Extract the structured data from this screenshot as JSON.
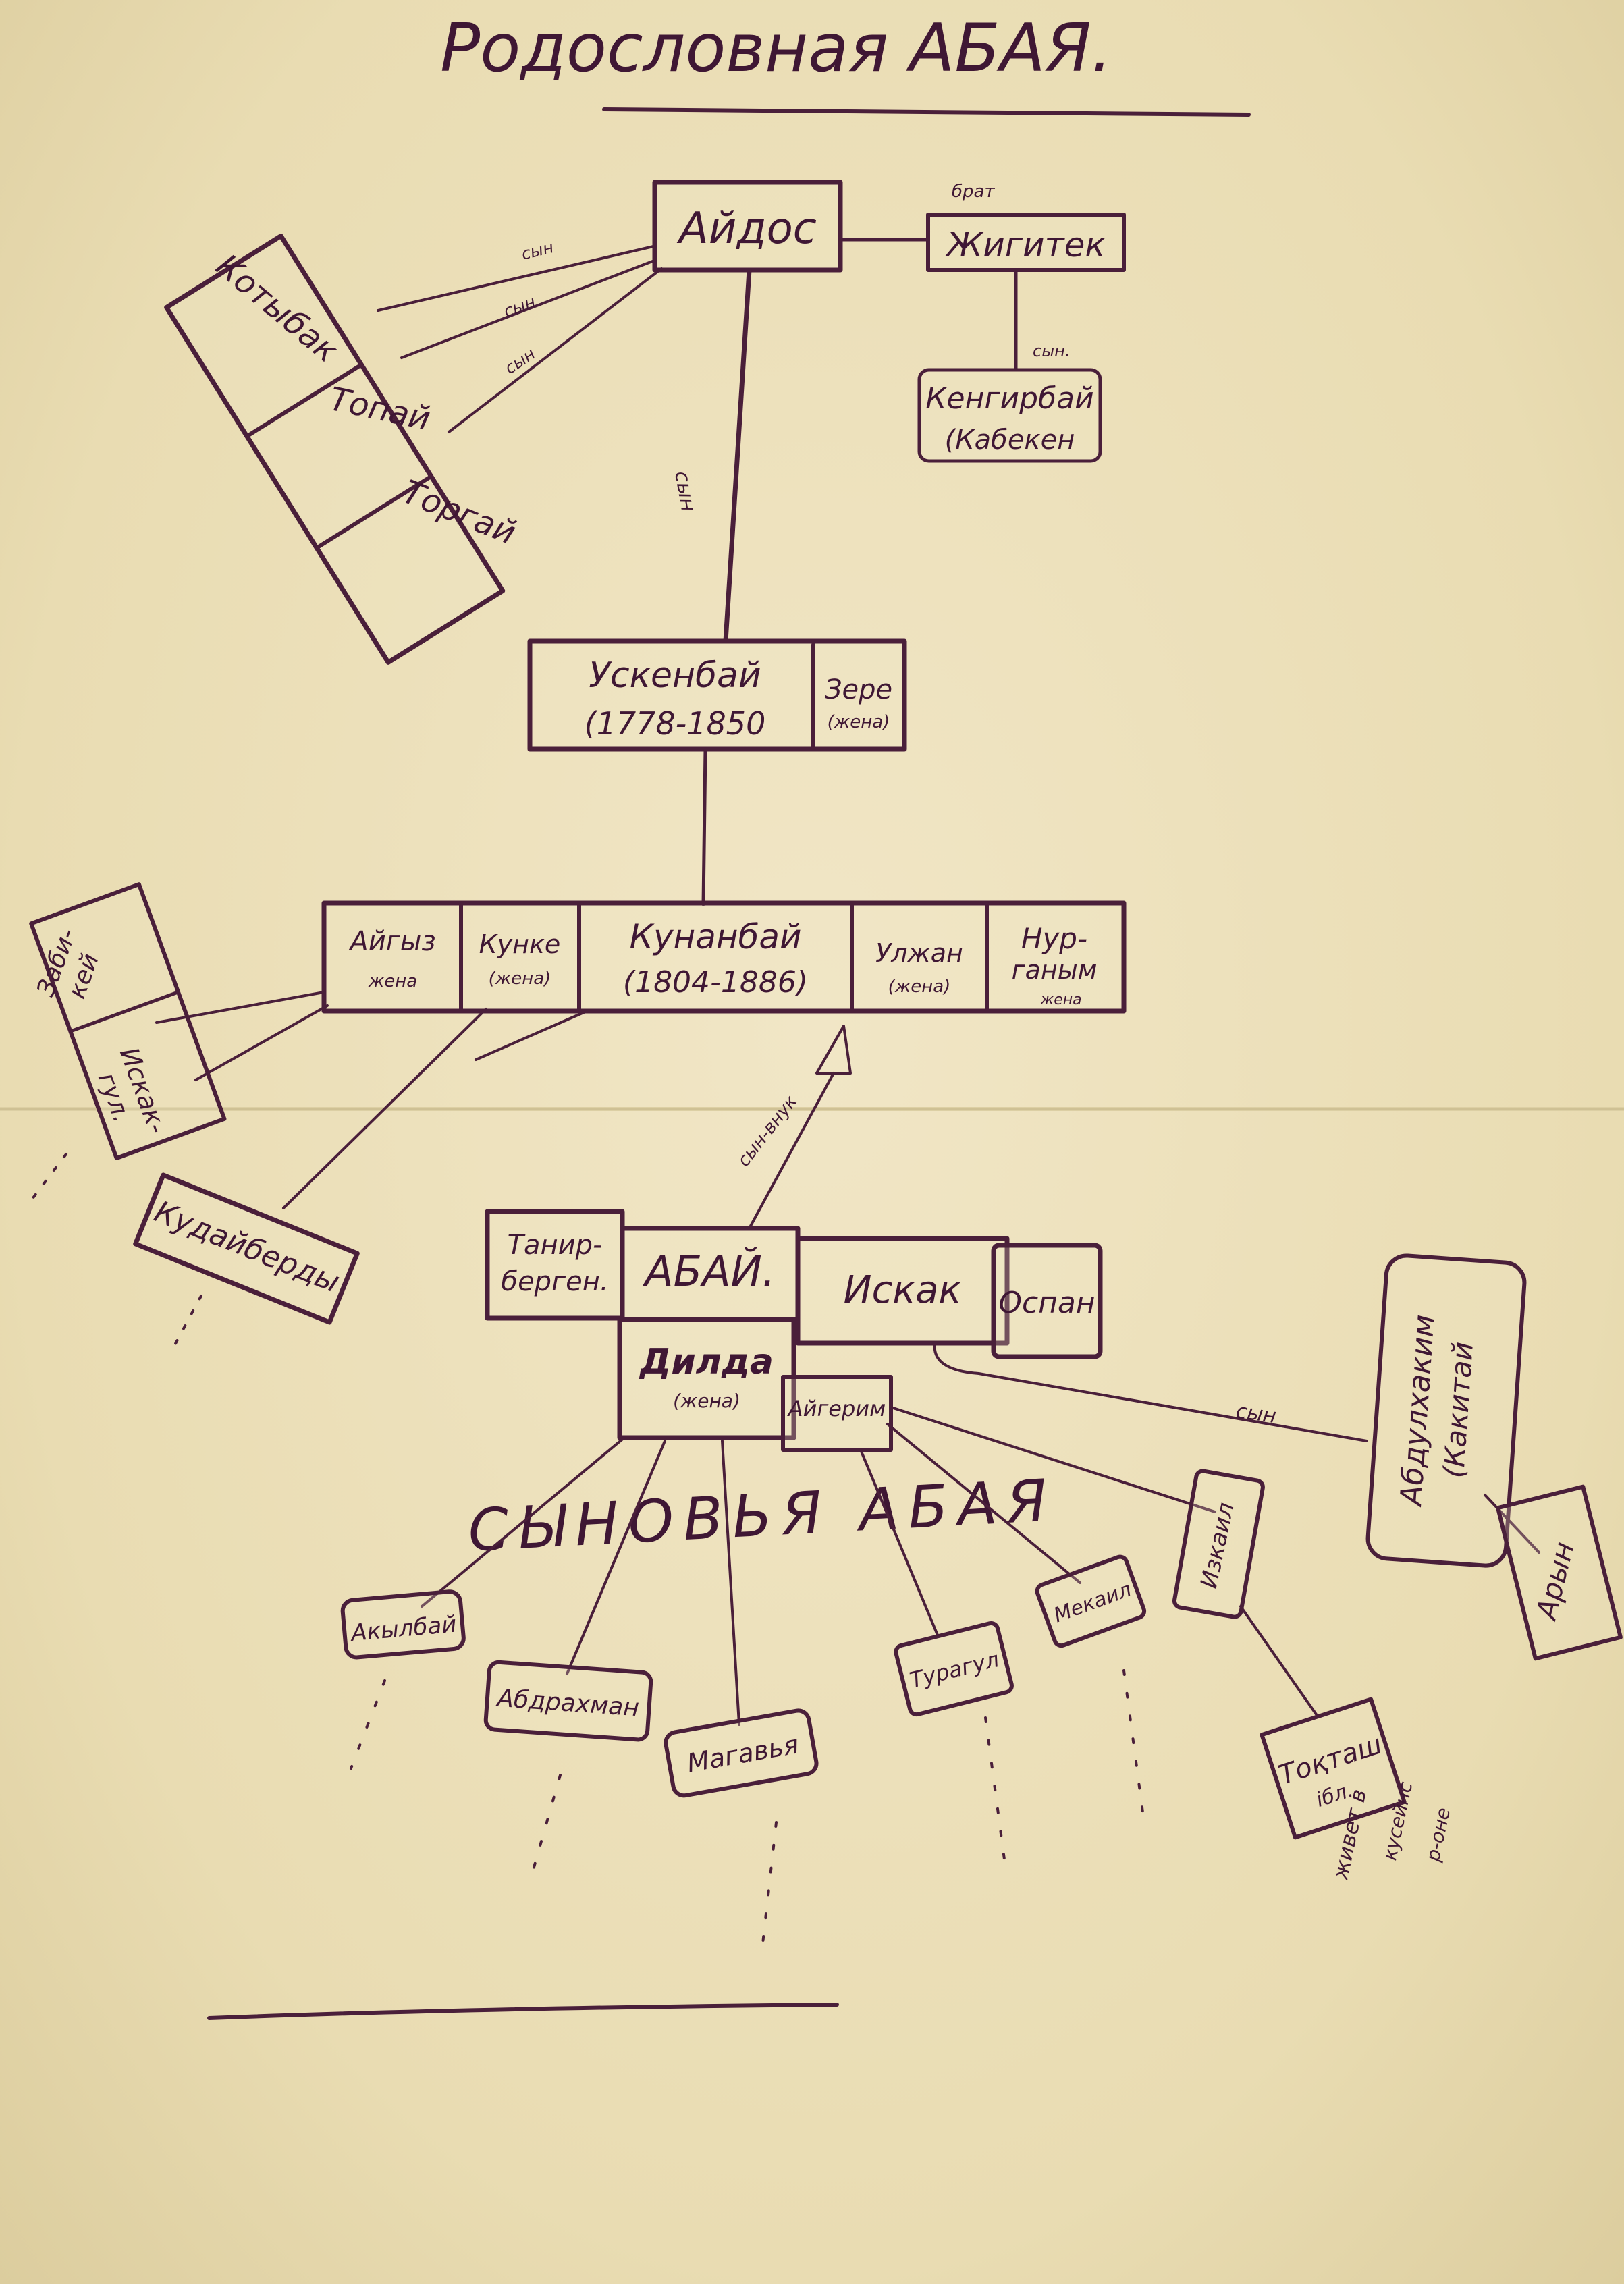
{
  "title": "Родословная АБАЯ.",
  "nodes": {
    "aidos": "Айдос",
    "zhigitek": "Жигитек",
    "kotybak": "Котыбак",
    "topai": "Топай",
    "torgai": "Торгай",
    "kengirbai_1": "Кенгирбай",
    "kengirbai_2": "(Кабекен",
    "uskenbai_1": "Ускенбай",
    "uskenbai_2": "(1778-1850",
    "zere_1": "Зере",
    "zere_2": "(жена)",
    "aigyz_1": "Айгыз",
    "aigyz_2": "жена",
    "kunke_1": "Кунке",
    "kunke_2": "(жена)",
    "kunanbai_1": "Кунанбай",
    "kunanbai_2": "(1804-1886)",
    "ulzhan_1": "Улжан",
    "ulzhan_2": "(жена)",
    "nurgan_1": "Нур-",
    "nurgan_2": "ганым",
    "nurgan_3": "жена",
    "zhabikei_1": "Заби-",
    "zhabikei_2": "кей",
    "iskakul_1": "Искак-",
    "iskakul_2": "гул.",
    "kudaiberdy": "Кудайберды",
    "tanirbergen_1": "Танир-",
    "tanirbergen_2": "берген.",
    "abai": "АБАЙ.",
    "iskak": "Искак",
    "ospan": "Оспан",
    "dilda_1": "Дилда",
    "dilda_2": "(жена)",
    "aigerim": "Айгерим",
    "abdulhakim_1": "Абдулхаким",
    "abdulhakim_2": "(Какитай",
    "aryn": "Арын",
    "akylbai": "Акылбай",
    "abdrakhman": "Абдрахман",
    "magauya": "Магавья",
    "turagul": "Турагул",
    "mekailym": "Мекаил",
    "izkail": "Изкаил",
    "toktash_1": "Тоқташ",
    "toktash_2": "ібл.",
    "toktash_note_1": "живет в",
    "toktash_note_2": "кусейнс",
    "toktash_note_3": "р-оне"
  },
  "edge_labels": {
    "son": "сын",
    "brother": "брат",
    "son_short": "сын.",
    "grandson": "сын-внук"
  },
  "section_label": "СЫНОВЬЯ АБАЯ",
  "colors": {
    "ink": "#4a1f3a",
    "paper": "#ece0b8"
  }
}
